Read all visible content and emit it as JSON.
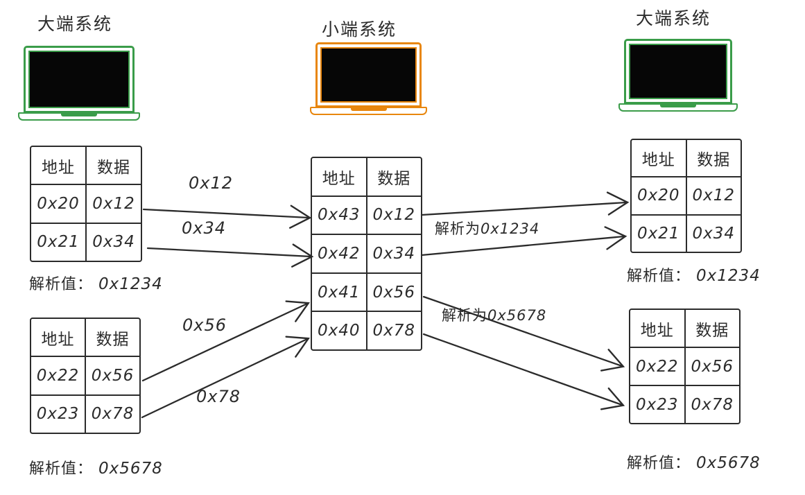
{
  "colors": {
    "ink": "#2b2b2b",
    "big_endian_green": "#3a9c49",
    "little_endian_orange": "#e8860d",
    "screen_black": "#060606",
    "background": "#ffffff"
  },
  "systems": {
    "left": {
      "label": "大端系统"
    },
    "center": {
      "label": "小端系统"
    },
    "right": {
      "label": "大端系统"
    }
  },
  "headers": {
    "addr": "地址",
    "data": "数据"
  },
  "tables": {
    "left_top": {
      "rows": [
        {
          "addr": "0x20",
          "data": "0x12"
        },
        {
          "addr": "0x21",
          "data": "0x34"
        }
      ]
    },
    "left_bottom": {
      "rows": [
        {
          "addr": "0x22",
          "data": "0x56"
        },
        {
          "addr": "0x23",
          "data": "0x78"
        }
      ]
    },
    "center": {
      "rows": [
        {
          "addr": "0x43",
          "data": "0x12"
        },
        {
          "addr": "0x42",
          "data": "0x34"
        },
        {
          "addr": "0x41",
          "data": "0x56"
        },
        {
          "addr": "0x40",
          "data": "0x78"
        }
      ]
    },
    "right_top": {
      "rows": [
        {
          "addr": "0x20",
          "data": "0x12"
        },
        {
          "addr": "0x21",
          "data": "0x34"
        }
      ]
    },
    "right_bottom": {
      "rows": [
        {
          "addr": "0x22",
          "data": "0x56"
        },
        {
          "addr": "0x23",
          "data": "0x78"
        }
      ]
    }
  },
  "results": {
    "left_top": {
      "label": "解析值：",
      "value": "0x1234"
    },
    "left_bottom": {
      "label": "解析值：",
      "value": "0x5678"
    },
    "right_top": {
      "label": "解析值：",
      "value": "0x1234"
    },
    "right_bottom": {
      "label": "解析值：",
      "value": "0x5678"
    }
  },
  "arrows": {
    "byte1": "0x12",
    "byte2": "0x34",
    "byte3": "0x56",
    "byte4": "0x78",
    "parse_top": {
      "label": "解析为",
      "value": "0x1234"
    },
    "parse_bottom": {
      "label": "解析为",
      "value": "0x5678"
    }
  }
}
